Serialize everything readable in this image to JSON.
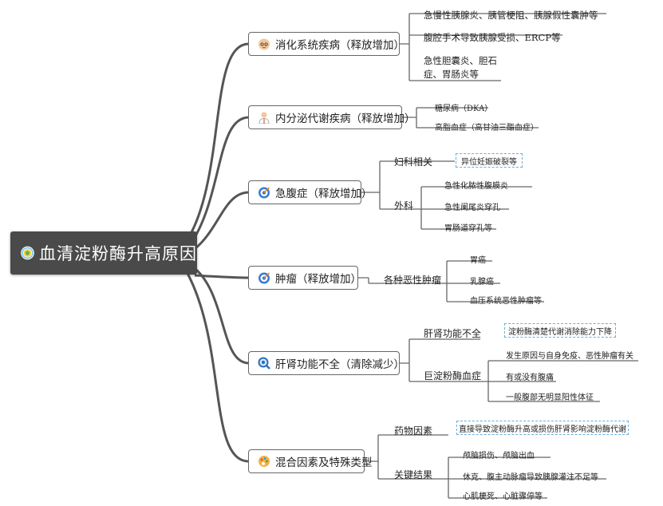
{
  "root": {
    "title": "血清淀粉酶升高原因",
    "icon": "target-icon"
  },
  "topics": [
    {
      "label": "消化系统疾病（释放增加）",
      "icon": "doctor-face-icon",
      "details": [
        "急慢性胰腺炎、胰管梗阻、胰腺假性囊肿等",
        "腹腔手术导致胰腺受损、ERCP等",
        "急性胆囊炎、胆石",
        "症、胃肠炎等"
      ]
    },
    {
      "label": "内分泌代谢疾病（释放增加）",
      "icon": "doctor-icon",
      "details": [
        "糖尿病（DKA）",
        "高脂血症（高甘油三酯血症）"
      ]
    },
    {
      "label": "急腹症（释放增加）",
      "icon": "dartboard-icon",
      "groups": [
        {
          "label": "妇科相关",
          "items": [
            "异位妊娠破裂等"
          ]
        },
        {
          "label": "外科",
          "items": [
            "急性化脓性腹膜炎",
            "急性阑尾炎穿孔",
            "胃肠道穿孔等"
          ]
        }
      ]
    },
    {
      "label": "肿瘤（释放增加）",
      "icon": "dartboard-icon",
      "groups": [
        {
          "label": "各种恶性肿瘤",
          "items": [
            "胃癌",
            "乳腺癌",
            "血压系统恶性肿瘤等"
          ]
        }
      ]
    },
    {
      "label": "肝肾功能不全（清除减少）",
      "icon": "magnifier-icon",
      "groups": [
        {
          "label": "肝肾功能不全",
          "items": [
            "淀粉酶清楚代谢消除能力下降"
          ]
        },
        {
          "label": "巨淀粉酶血症",
          "items": [
            "发生原因与自身免疫、恶性肿瘤有关",
            "有或没有腹痛",
            "一般腹部无明显阳性体征"
          ]
        }
      ]
    },
    {
      "label": "混合因素及特殊类型",
      "icon": "palette-icon",
      "groups": [
        {
          "label": "药物因素",
          "items": [
            "直接导致淀粉酶升高或损伤肝肾影响淀粉酶代谢"
          ]
        },
        {
          "label": "关键结果",
          "items": [
            "颅脑损伤、颅脑出血",
            "休克、腹主动脉瘤导致胰腺灌注不足等",
            "心肌梗死、心脏骤停等"
          ]
        }
      ]
    }
  ],
  "colors": {
    "root_bg": "#4a4a4a",
    "line": "#555555",
    "dashed": "#6aaedb"
  }
}
